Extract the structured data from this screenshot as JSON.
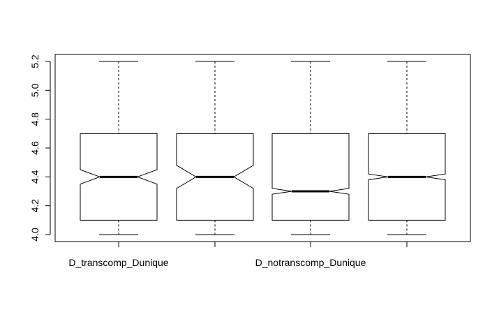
{
  "chart_data": {
    "type": "boxplot",
    "notched": true,
    "title": "",
    "xlabel": "",
    "ylabel": "",
    "ylim": [
      3.98,
      5.23
    ],
    "yticks": [
      4.0,
      4.2,
      4.4,
      4.6,
      4.8,
      5.0,
      5.2
    ],
    "ytick_labels": [
      "4.0",
      "4.2",
      "4.4",
      "4.6",
      "4.8",
      "5.0",
      "5.2"
    ],
    "xtick_labels": [
      "D_transcomp_Dunique",
      "",
      "D_notranscomp_Dunique",
      ""
    ],
    "boxes": [
      {
        "min": 4.0,
        "q1": 4.1,
        "median": 4.4,
        "q3": 4.7,
        "max": 5.2,
        "notch_low": 4.35,
        "notch_high": 4.45
      },
      {
        "min": 4.0,
        "q1": 4.1,
        "median": 4.4,
        "q3": 4.7,
        "max": 5.2,
        "notch_low": 4.32,
        "notch_high": 4.48
      },
      {
        "min": 4.0,
        "q1": 4.1,
        "median": 4.3,
        "q3": 4.7,
        "max": 5.2,
        "notch_low": 4.28,
        "notch_high": 4.32
      },
      {
        "min": 4.0,
        "q1": 4.1,
        "median": 4.4,
        "q3": 4.7,
        "max": 5.2,
        "notch_low": 4.38,
        "notch_high": 4.42
      }
    ],
    "colors": {
      "stroke": "#000000",
      "fill": "#ffffff"
    }
  }
}
